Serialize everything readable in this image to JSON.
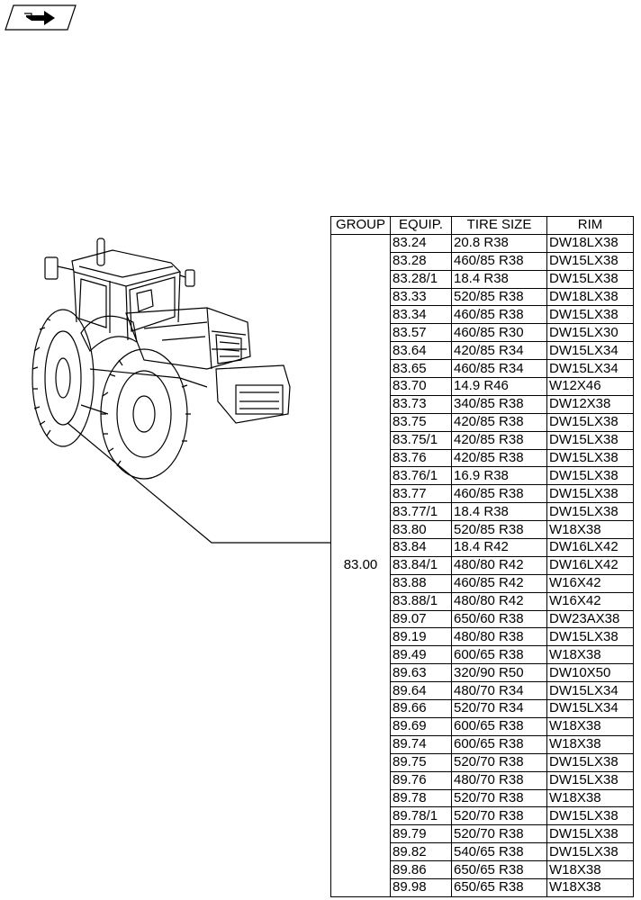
{
  "nav": {
    "icon": "forward-arrow-icon"
  },
  "table": {
    "headers": {
      "group": "GROUP",
      "equip": "EQUIP.",
      "tire_size": "TIRE SIZE",
      "rim": "RIM"
    },
    "group_value": "83.00",
    "rows": [
      {
        "equip": "83.24",
        "tire_size": "20.8 R38",
        "rim": "DW18LX38"
      },
      {
        "equip": "83.28",
        "tire_size": "460/85 R38",
        "rim": "DW15LX38"
      },
      {
        "equip": "83.28/1",
        "tire_size": "18.4 R38",
        "rim": "DW15LX38"
      },
      {
        "equip": "83.33",
        "tire_size": "520/85 R38",
        "rim": "DW18LX38"
      },
      {
        "equip": "83.34",
        "tire_size": "460/85 R38",
        "rim": "DW15LX38"
      },
      {
        "equip": "83.57",
        "tire_size": "460/85 R30",
        "rim": "DW15LX30"
      },
      {
        "equip": "83.64",
        "tire_size": "420/85 R34",
        "rim": "DW15LX34"
      },
      {
        "equip": "83.65",
        "tire_size": "460/85 R34",
        "rim": "DW15LX34"
      },
      {
        "equip": "83.70",
        "tire_size": "14.9 R46",
        "rim": "W12X46"
      },
      {
        "equip": "83.73",
        "tire_size": "340/85 R38",
        "rim": "DW12X38"
      },
      {
        "equip": "83.75",
        "tire_size": "420/85 R38",
        "rim": "DW15LX38"
      },
      {
        "equip": "83.75/1",
        "tire_size": "420/85 R38",
        "rim": "DW15LX38"
      },
      {
        "equip": "83.76",
        "tire_size": "420/85 R38",
        "rim": "DW15LX38"
      },
      {
        "equip": "83.76/1",
        "tire_size": "16.9 R38",
        "rim": "DW15LX38"
      },
      {
        "equip": "83.77",
        "tire_size": "460/85 R38",
        "rim": "DW15LX38"
      },
      {
        "equip": "83.77/1",
        "tire_size": "18.4 R38",
        "rim": "DW15LX38"
      },
      {
        "equip": "83.80",
        "tire_size": "520/85 R38",
        "rim": "W18X38"
      },
      {
        "equip": "83.84",
        "tire_size": "18.4 R42",
        "rim": "DW16LX42"
      },
      {
        "equip": "83.84/1",
        "tire_size": "480/80 R42",
        "rim": "DW16LX42"
      },
      {
        "equip": "83.88",
        "tire_size": "460/85 R42",
        "rim": "W16X42"
      },
      {
        "equip": "83.88/1",
        "tire_size": "480/80 R42",
        "rim": "W16X42"
      },
      {
        "equip": "89.07",
        "tire_size": "650/60 R38",
        "rim": "DW23AX38"
      },
      {
        "equip": "89.19",
        "tire_size": "480/80 R38",
        "rim": "DW15LX38"
      },
      {
        "equip": "89.49",
        "tire_size": "600/65 R38",
        "rim": "W18X38"
      },
      {
        "equip": "89.63",
        "tire_size": "320/90 R50",
        "rim": "DW10X50"
      },
      {
        "equip": "89.64",
        "tire_size": "480/70 R34",
        "rim": "DW15LX34"
      },
      {
        "equip": "89.66",
        "tire_size": "520/70 R34",
        "rim": "DW15LX34"
      },
      {
        "equip": "89.69",
        "tire_size": "600/65 R38",
        "rim": "W18X38"
      },
      {
        "equip": "89.74",
        "tire_size": "600/65 R38",
        "rim": "W18X38"
      },
      {
        "equip": "89.75",
        "tire_size": "520/70 R38",
        "rim": "DW15LX38"
      },
      {
        "equip": "89.76",
        "tire_size": "480/70 R38",
        "rim": "DW15LX38"
      },
      {
        "equip": "89.78",
        "tire_size": "520/70 R38",
        "rim": "W18X38"
      },
      {
        "equip": "89.78/1",
        "tire_size": "520/70 R38",
        "rim": "DW15LX38"
      },
      {
        "equip": "89.79",
        "tire_size": "520/70 R38",
        "rim": "DW15LX38"
      },
      {
        "equip": "89.82",
        "tire_size": "540/65 R38",
        "rim": "DW15LX38"
      },
      {
        "equip": "89.86",
        "tire_size": "650/65 R38",
        "rim": "W18X38"
      },
      {
        "equip": "89.98",
        "tire_size": "650/65 R38",
        "rim": "W18X38"
      }
    ]
  }
}
